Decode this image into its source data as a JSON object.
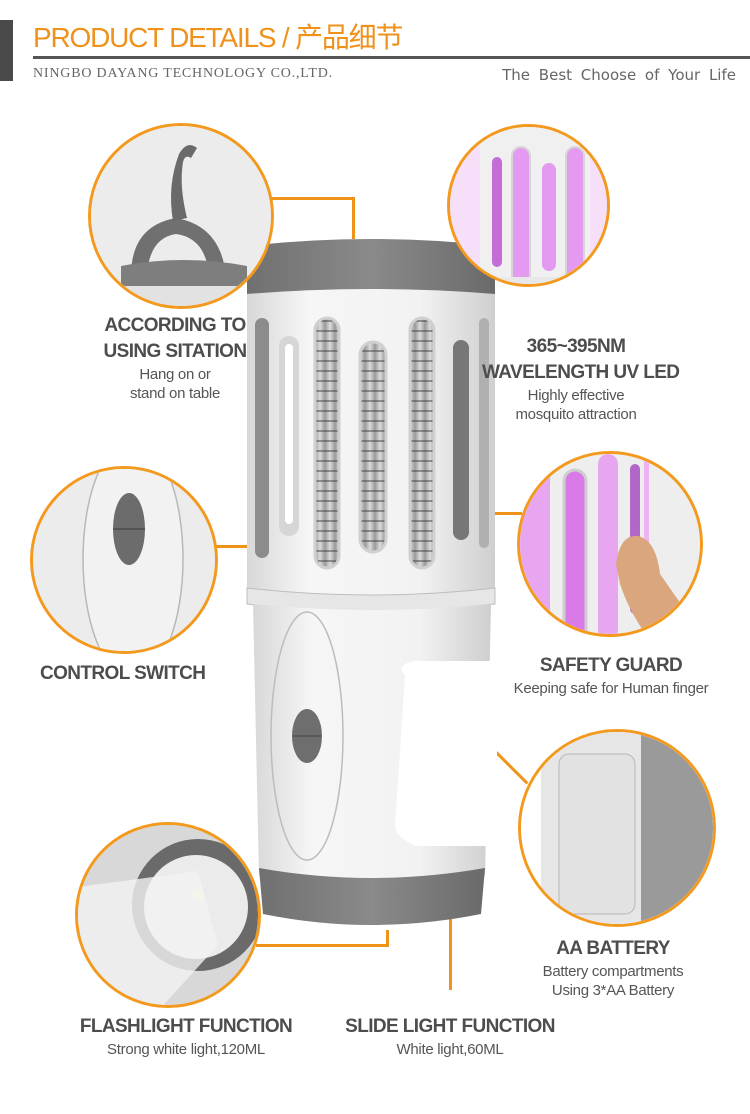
{
  "header": {
    "title": "PRODUCT DETAILS / 产品细节",
    "company": "NINGBO DAYANG TECHNOLOGY CO.,LTD.",
    "slogan": "The Best Choose of  Your Life"
  },
  "colors": {
    "accent": "#f09419",
    "title_orange": "#f0911b",
    "text_dark": "#4d4d4d",
    "uv_purple": "#d77ae6",
    "product_gray": "#7a7a7a"
  },
  "features": {
    "hook": {
      "title_line1": "ACCORDING TO",
      "title_line2": "USING SITATION",
      "desc_line1": "Hang on or",
      "desc_line2": "stand on table",
      "icon": "hook-icon"
    },
    "uv": {
      "title_line1": "365~395NM",
      "title_line2": "WAVELENGTH UV LED",
      "desc_line1": "Highly effective",
      "desc_line2": "mosquito attraction",
      "icon": "uv-led-icon"
    },
    "control": {
      "title": "CONTROL SWITCH",
      "icon": "control-switch-icon"
    },
    "safety": {
      "title": "SAFETY GUARD",
      "desc": "Keeping safe for Human finger",
      "icon": "finger-guard-icon"
    },
    "battery": {
      "title": "AA BATTERY",
      "desc_line1": "Battery compartments",
      "desc_line2": "Using 3*AA Battery",
      "icon": "battery-compartment-icon"
    },
    "flashlight": {
      "title": "FLASHLIGHT FUNCTION",
      "desc": "Strong white light,120ML",
      "icon": "flashlight-icon"
    },
    "slide": {
      "title": "SLIDE LIGHT FUNCTION",
      "desc": "White light,60ML",
      "icon": "slide-light-icon"
    }
  }
}
